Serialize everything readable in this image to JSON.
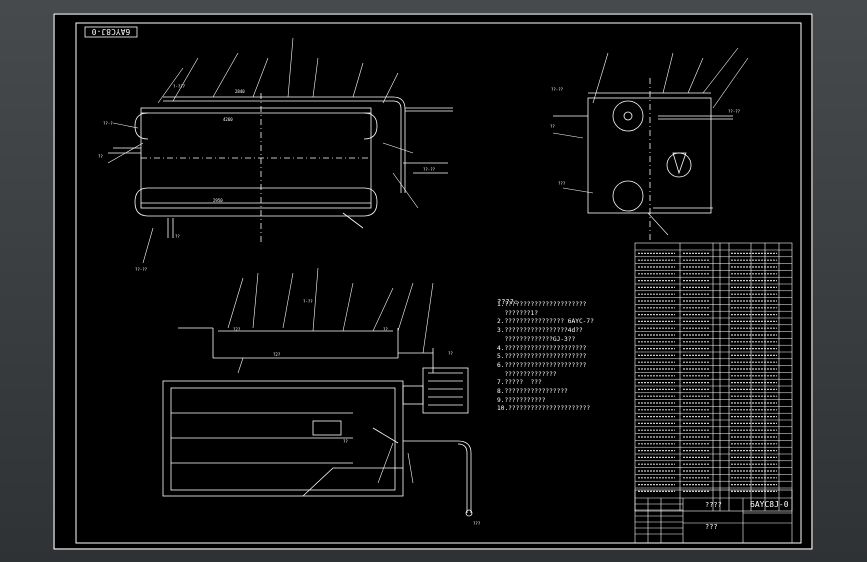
{
  "drawing": {
    "number": "6AYC8J-0",
    "number_rotated": "6AYC8J-0"
  },
  "notes": {
    "heading": "????:",
    "lines": [
      "1.??????????????????????",
      "  ???????1?",
      "2.???????????????? 6AYC-7?",
      "3.?????????????????4d??",
      "  ?????????????GJ-3??",
      "4.??????????????????????",
      "5.??????????????????????",
      "6.??????????????????????",
      "  ??????????????",
      "7.?????  ???",
      "8.?????????????????",
      "9.???????????",
      "10.??????????????????????"
    ]
  },
  "title_block": {
    "name_cell": "????",
    "drawing_no": "6AYC8J-0",
    "company_cell": "???"
  },
  "colors": {
    "background": "#000000",
    "lines": "#ffffff",
    "border": "#ffffff",
    "viewport": "#3a3d40"
  }
}
